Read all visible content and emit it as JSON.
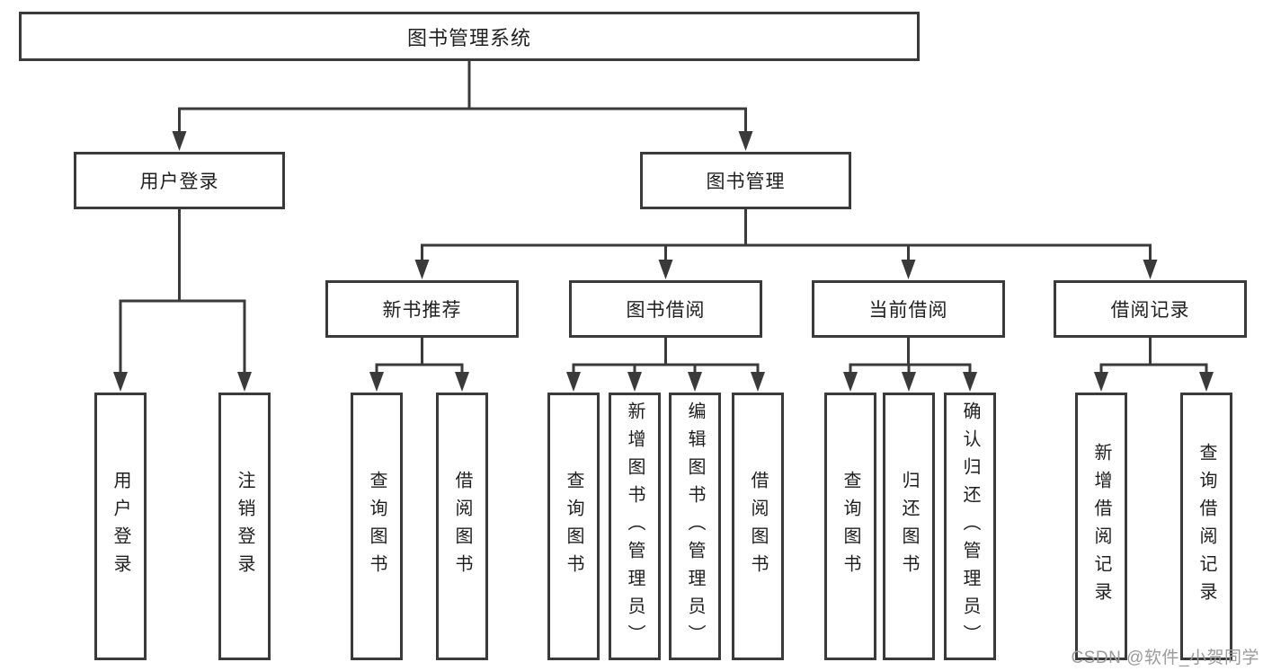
{
  "diagram": {
    "root": {
      "label": "图书管理系统"
    },
    "level2": [
      {
        "label": "用户登录"
      },
      {
        "label": "图书管理"
      }
    ],
    "level3": [
      {
        "label": "新书推荐"
      },
      {
        "label": "图书借阅"
      },
      {
        "label": "当前借阅"
      },
      {
        "label": "借阅记录"
      }
    ],
    "leaves": [
      {
        "label": "用户登录",
        "parent": "用户登录"
      },
      {
        "label": "注销登录",
        "parent": "用户登录"
      },
      {
        "label": "查询图书",
        "parent": "新书推荐"
      },
      {
        "label": "借阅图书",
        "parent": "新书推荐"
      },
      {
        "label": "查询图书",
        "parent": "图书借阅"
      },
      {
        "label": "新增图书（管理员）",
        "parent": "图书借阅"
      },
      {
        "label": "编辑图书（管理员）",
        "parent": "图书借阅"
      },
      {
        "label": "借阅图书",
        "parent": "图书借阅"
      },
      {
        "label": "查询图书",
        "parent": "当前借阅"
      },
      {
        "label": "归还图书",
        "parent": "当前借阅"
      },
      {
        "label": "确认归还（管理员）",
        "parent": "当前借阅"
      },
      {
        "label": "新增借阅记录",
        "parent": "借阅记录"
      },
      {
        "label": "查询借阅记录",
        "parent": "借阅记录"
      }
    ]
  },
  "watermark": "CSDN @软件_小贺同学",
  "colors": {
    "line": "#3a3a3a",
    "text": "#1f1f1f",
    "watermark": "#9b9b9b",
    "background": "#ffffff"
  }
}
